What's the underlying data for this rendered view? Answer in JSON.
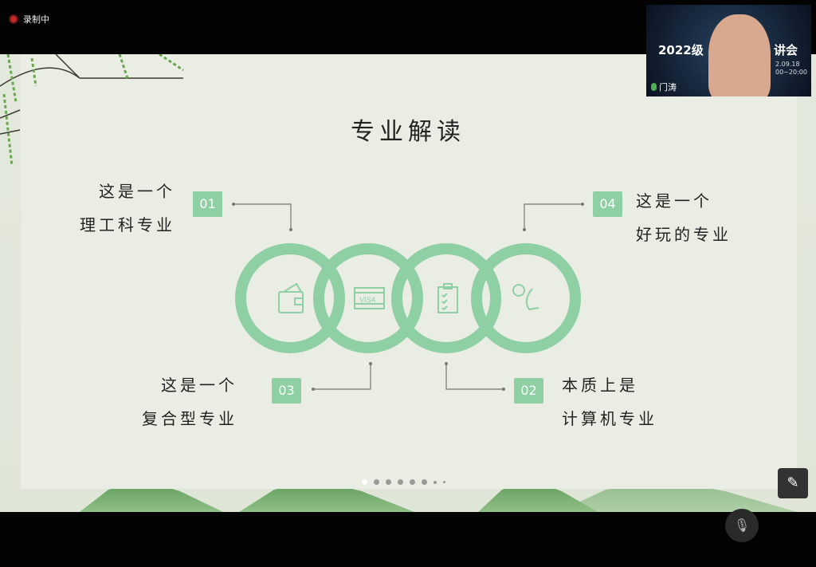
{
  "recording": {
    "label": "录制中"
  },
  "video": {
    "speaker": "门涛",
    "banner_left": "2022级",
    "banner_right": "讲会",
    "date": "2.09.18",
    "time": "00~20:00"
  },
  "slide": {
    "title": "专业解读",
    "items": [
      {
        "num": "01",
        "line1": "这是一个",
        "line2": "理工科专业",
        "icon": "wallet-icon"
      },
      {
        "num": "02",
        "line1": "本质上是",
        "line2": "计算机专业",
        "icon": "clipboard-icon"
      },
      {
        "num": "03",
        "line1": "这是一个",
        "line2": "复合型专业",
        "icon": "visa-card-icon"
      },
      {
        "num": "04",
        "line1": "这是一个",
        "line2": "好玩的专业",
        "icon": "phone-24-7-icon"
      }
    ],
    "ring_color": "#8fcfa4",
    "page_indicator": {
      "total": 8,
      "current": 1
    }
  }
}
